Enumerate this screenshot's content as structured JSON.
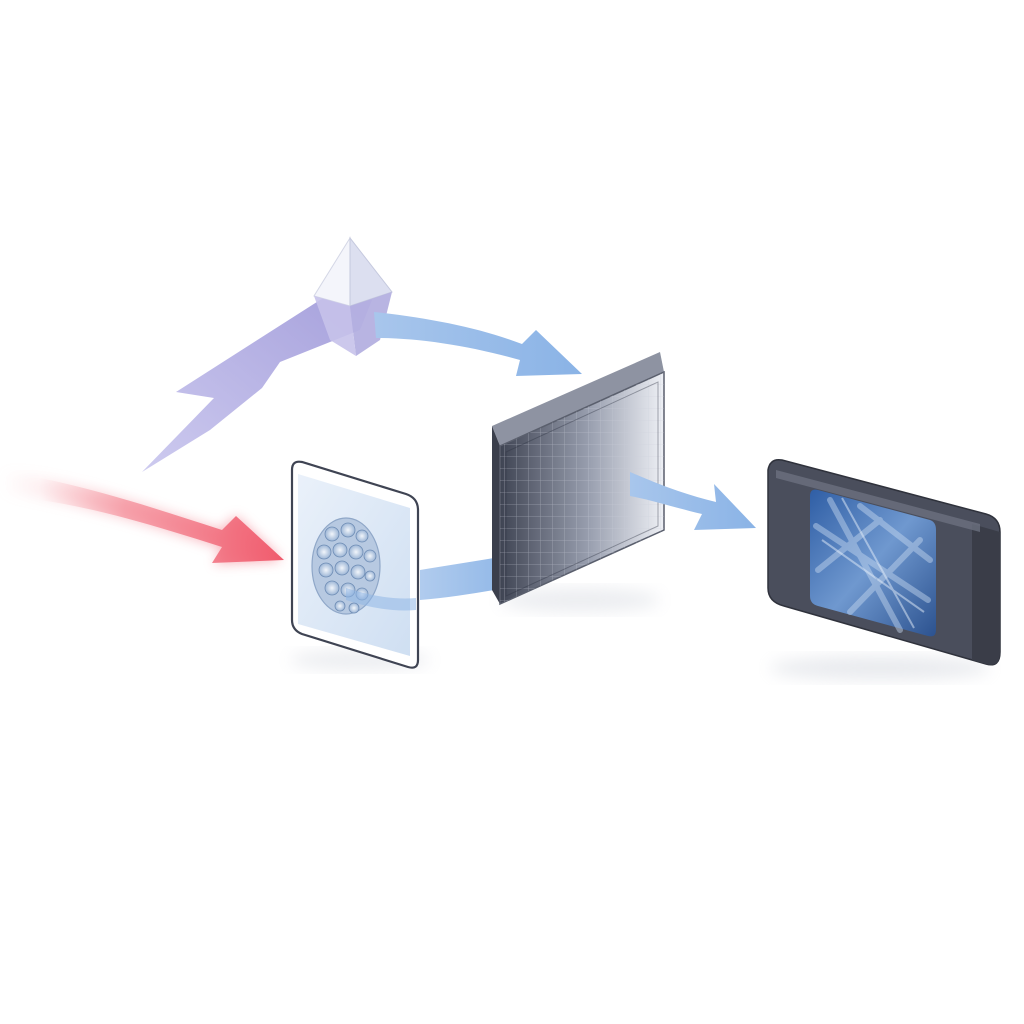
{
  "colors": {
    "background": "#ffffff",
    "incident_beam": "#f26b7a",
    "reference_beam": "#a9a7dd",
    "light_beam": "#8fb6e6",
    "prism_face": "#eef0f8",
    "specimen_frame": "#ffffff",
    "specimen_glass": "#d9e6f5",
    "grid_panel_dark": "#4c5160",
    "grid_panel_light": "#e6e9f0",
    "display_body": "#4a4e5c",
    "display_screen": "#3f6fb0"
  },
  "components": [
    {
      "name": "incident-beam",
      "icon": "red-arrow"
    },
    {
      "name": "reference-beam",
      "icon": "lavender-arrow"
    },
    {
      "name": "beam-splitter-prism",
      "icon": "prism-icon"
    },
    {
      "name": "specimen-slide",
      "icon": "cellular-sample"
    },
    {
      "name": "sensor-grid-panel",
      "icon": "grid-detector"
    },
    {
      "name": "image-display",
      "icon": "monitor-icon"
    }
  ]
}
